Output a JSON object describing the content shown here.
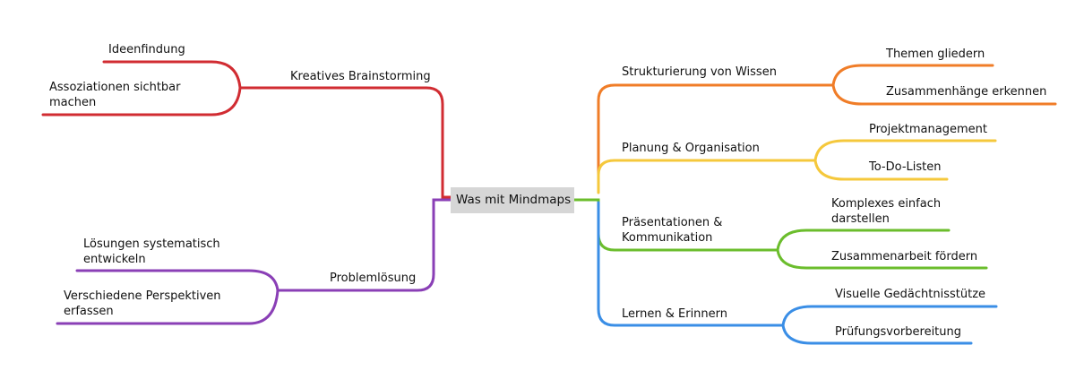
{
  "mindmap": {
    "center": {
      "label": "Was mit Mindmaps"
    },
    "branches": [
      {
        "id": "brainstorming",
        "label": "Kreatives Brainstorming",
        "color": "#d12c32",
        "children": [
          {
            "label": "Ideenfindung"
          },
          {
            "label": "Assoziationen sichtbar machen"
          }
        ]
      },
      {
        "id": "problemloesung",
        "label": "Problemlösung",
        "color": "#8a3fb6",
        "children": [
          {
            "label": "Lösungen systematisch entwickeln"
          },
          {
            "label": "Verschiedene Perspektiven erfassen"
          }
        ]
      },
      {
        "id": "strukturierung",
        "label": "Strukturierung von Wissen",
        "color": "#f07d28",
        "children": [
          {
            "label": "Themen gliedern"
          },
          {
            "label": "Zusammenhänge erkennen"
          }
        ]
      },
      {
        "id": "planung",
        "label": "Planung & Organisation",
        "color": "#f5c83c",
        "children": [
          {
            "label": "Projektmanagement"
          },
          {
            "label": "To-Do-Listen"
          }
        ]
      },
      {
        "id": "praesentation",
        "label": "Präsentationen & Kommunikation",
        "color": "#6bbd2c",
        "children": [
          {
            "label": "Komplexes einfach darstellen"
          },
          {
            "label": "Zusammenarbeit fördern"
          }
        ]
      },
      {
        "id": "lernen",
        "label": "Lernen & Erinnern",
        "color": "#3a8ee6",
        "children": [
          {
            "label": "Visuelle Gedächtnisstütze"
          },
          {
            "label": "Prüfungsvorbereitung"
          }
        ]
      }
    ]
  }
}
